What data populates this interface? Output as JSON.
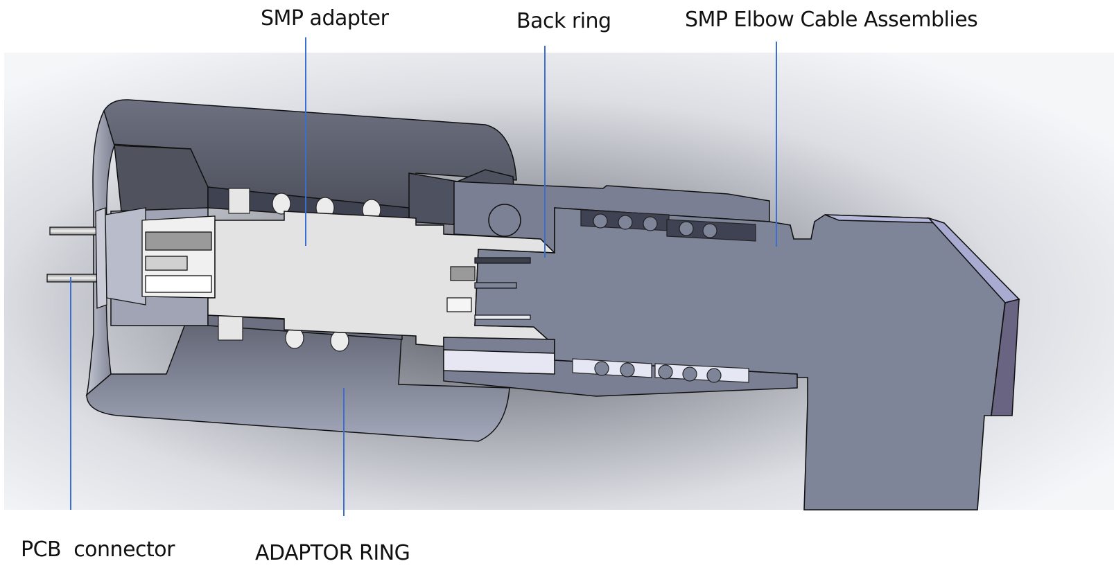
{
  "diagram": {
    "title": "SMP elbow connector assembly cross-section",
    "colors": {
      "leader_line": "#3a6fd0",
      "adaptor_ring": "#6e7386",
      "adaptor_ring_light": "#a7acbd",
      "smp_adapter": "#e3e3e3",
      "elbow_body": "#7f8599",
      "elbow_edge": "#a9acd0",
      "elbow_side": "#6a6483",
      "viewport_bg": "#eef0f4",
      "outline": "#111111"
    },
    "labels": {
      "smp_adapter": "SMP adapter",
      "back_ring": "Back ring",
      "elbow_cable": "SMP Elbow Cable Assemblies",
      "pcb_connector": "PCB  connector",
      "adaptor_ring": "ADAPTOR RING"
    },
    "components": [
      {
        "id": "smp_adapter",
        "label_ref": "smp_adapter"
      },
      {
        "id": "back_ring",
        "label_ref": "back_ring"
      },
      {
        "id": "elbow_cable",
        "label_ref": "elbow_cable"
      },
      {
        "id": "pcb_connector",
        "label_ref": "pcb_connector"
      },
      {
        "id": "adaptor_ring",
        "label_ref": "adaptor_ring"
      }
    ]
  }
}
